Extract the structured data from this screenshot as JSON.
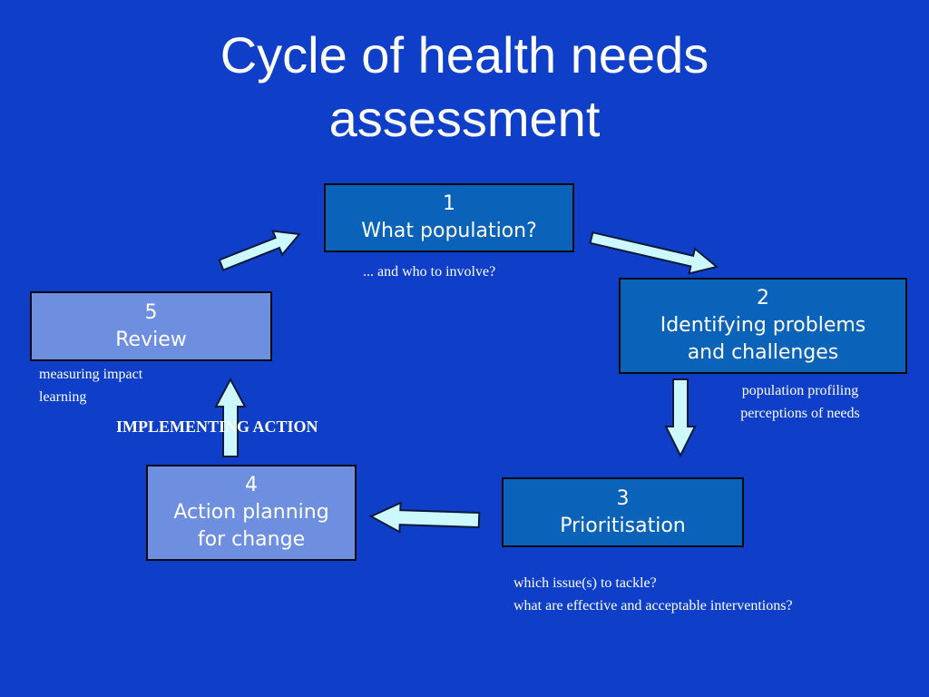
{
  "title": {
    "line1": "Cycle of health needs",
    "line2": "assessment"
  },
  "steps": [
    {
      "number": "1",
      "lines": [
        "What population?"
      ],
      "notes": [
        "... and who to involve?"
      ]
    },
    {
      "number": "2",
      "lines": [
        "Identifying problems",
        "and challenges"
      ],
      "notes": [
        "population profiling",
        "perceptions of needs"
      ]
    },
    {
      "number": "3",
      "lines": [
        "Prioritisation"
      ],
      "notes": [
        "which issue(s) to tackle?",
        "what are effective and acceptable interventions?"
      ]
    },
    {
      "number": "4",
      "lines": [
        "Action planning",
        "for change"
      ],
      "notes": []
    },
    {
      "number": "5",
      "lines": [
        "Review"
      ],
      "notes": [
        "measuring impact",
        "learning"
      ]
    }
  ],
  "implementing_label": "IMPLEMENTING ACTION",
  "colors": {
    "background": "#0f3fc8",
    "box_dark": "#0a63b8",
    "box_light": "#6e8fe0",
    "arrow_fill": "#ccf9ff"
  }
}
